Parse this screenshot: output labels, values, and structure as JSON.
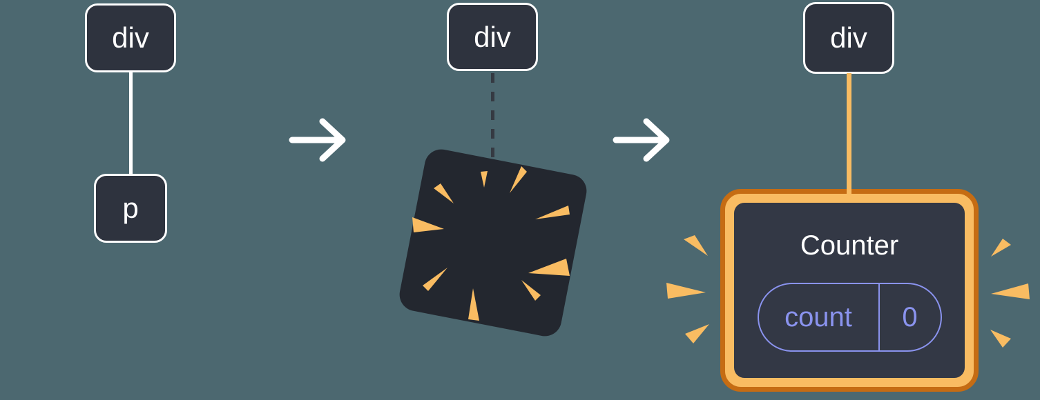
{
  "colors": {
    "background": "#4c6870",
    "node_fill": "#2e333e",
    "node_border": "#ffffff",
    "node_text": "#ffffff",
    "edge_white": "#ffffff",
    "arrow": "#ffffff",
    "dashed_edge": "#353a42",
    "burst_square": "#23272f",
    "ray_orange": "#f9bc62",
    "orange_dark": "#c56c13",
    "orange_light": "#f9bc62",
    "counter_fill": "#333845",
    "purple": "#8a93ee"
  },
  "tree_before": {
    "parent_label": "div",
    "child_label": "p"
  },
  "tree_removed": {
    "parent_label": "div"
  },
  "tree_after": {
    "parent_label": "div",
    "component": {
      "title": "Counter",
      "state_name": "count",
      "state_value": "0"
    }
  }
}
